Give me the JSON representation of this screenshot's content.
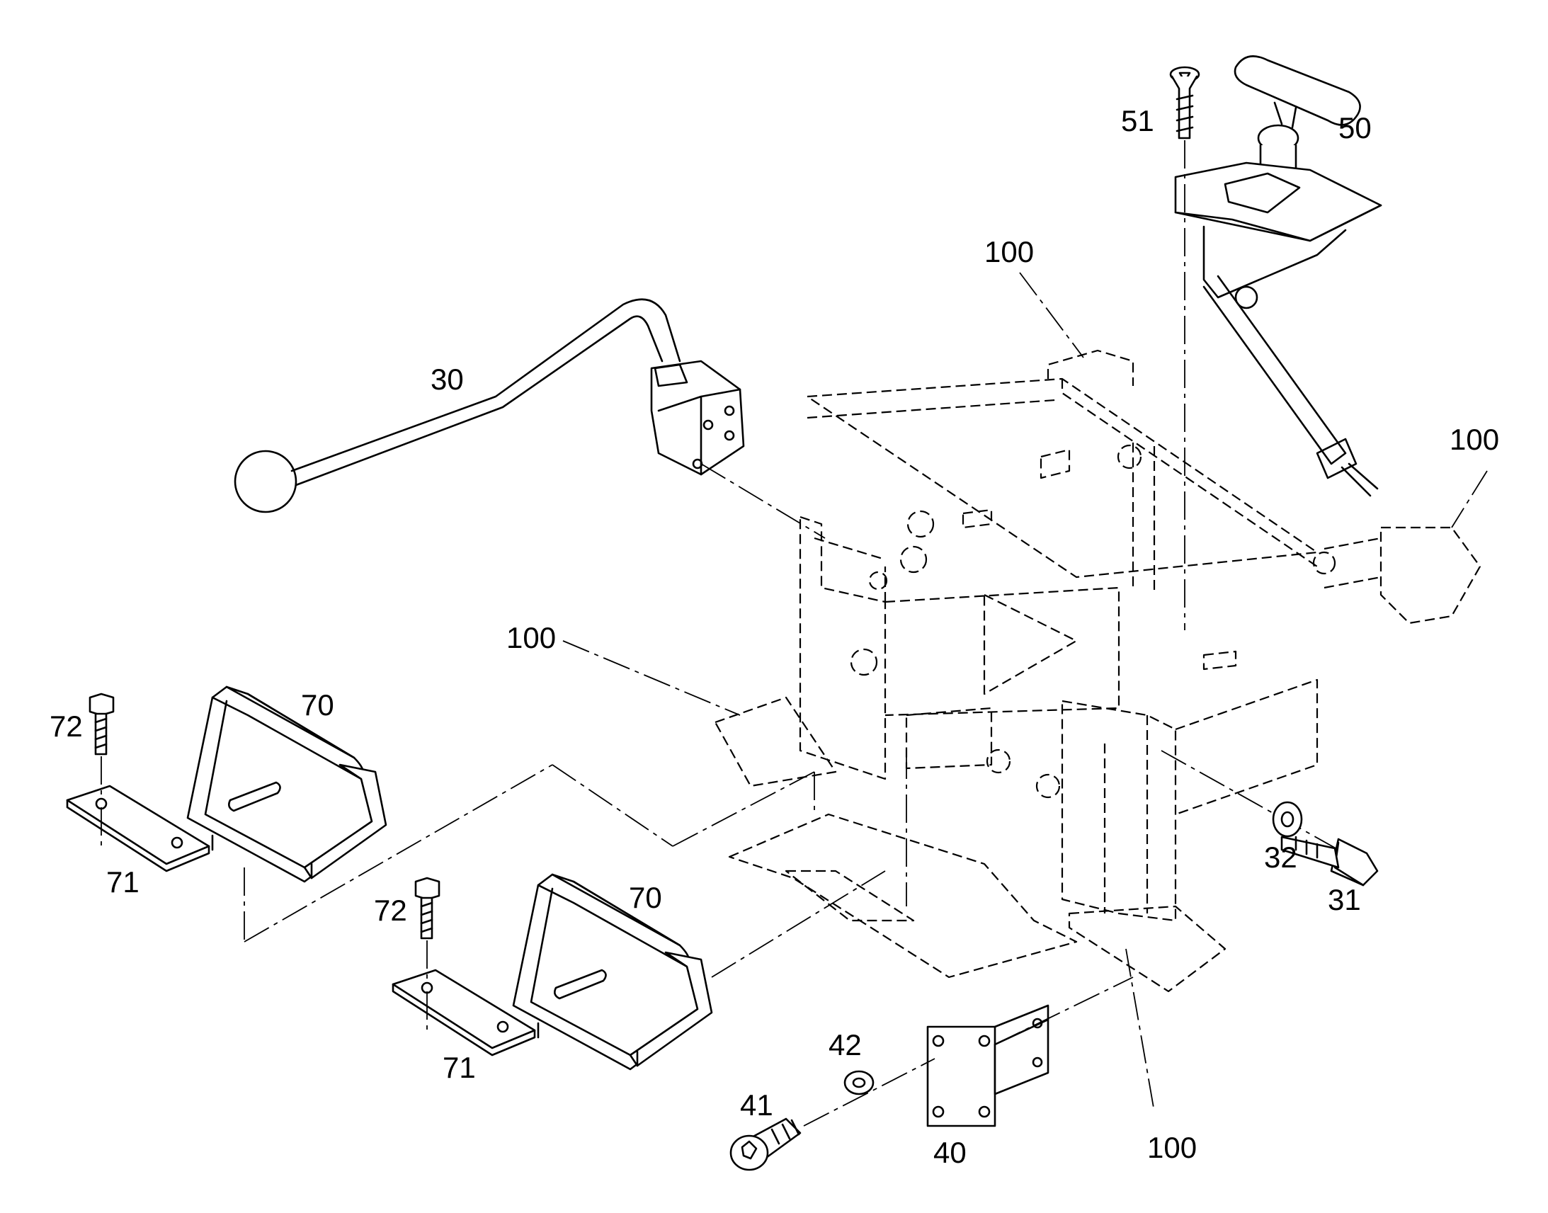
{
  "callouts": {
    "p30": "30",
    "p50": "50",
    "p51": "51",
    "p100_top": "100",
    "p100_right": "100",
    "p100_left": "100",
    "p100_bottom": "100",
    "p70_upper": "70",
    "p70_lower": "70",
    "p71_upper": "71",
    "p71_lower": "71",
    "p72_upper": "72",
    "p72_lower": "72",
    "p32": "32",
    "p31": "31",
    "p42": "42",
    "p41": "41",
    "p40": "40"
  }
}
